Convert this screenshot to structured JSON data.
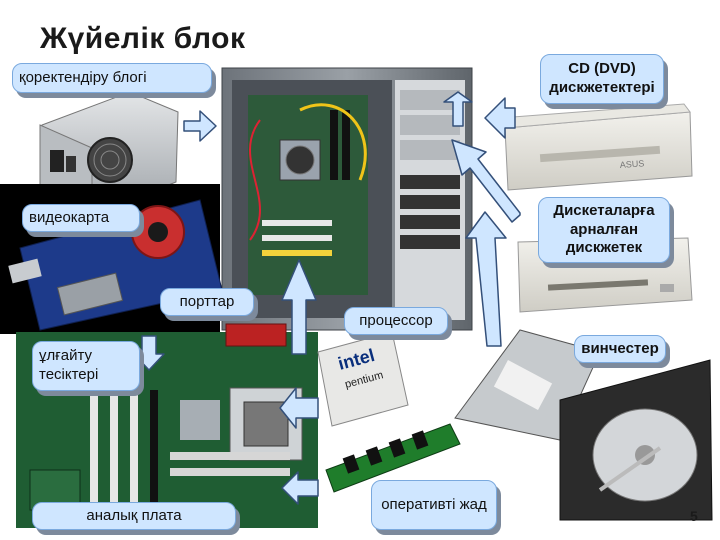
{
  "slide": {
    "title": "Жүйелік блок",
    "page_number": "5"
  },
  "labels": {
    "power_supply": "қоректендіру блогі",
    "cd_dvd": "CD (DVD) дискжетектері",
    "video_card": "видеокарта",
    "floppy": "Дискеталарға арналған дискжетек",
    "ports": "порттар",
    "processor": "процессор",
    "hdd": "винчестер",
    "expansion_slots": "ұлғайту тесіктері",
    "ram": "оперативті жад",
    "motherboard": "аналық плата"
  },
  "photo_text": {
    "cpu_brand": "intel",
    "cpu_model": "pentium"
  },
  "colors": {
    "callout_fill": "#cfe6ff",
    "callout_border": "#7aa9de",
    "arrow_fill": "#cfe6ff",
    "arrow_stroke": "#34507a"
  }
}
